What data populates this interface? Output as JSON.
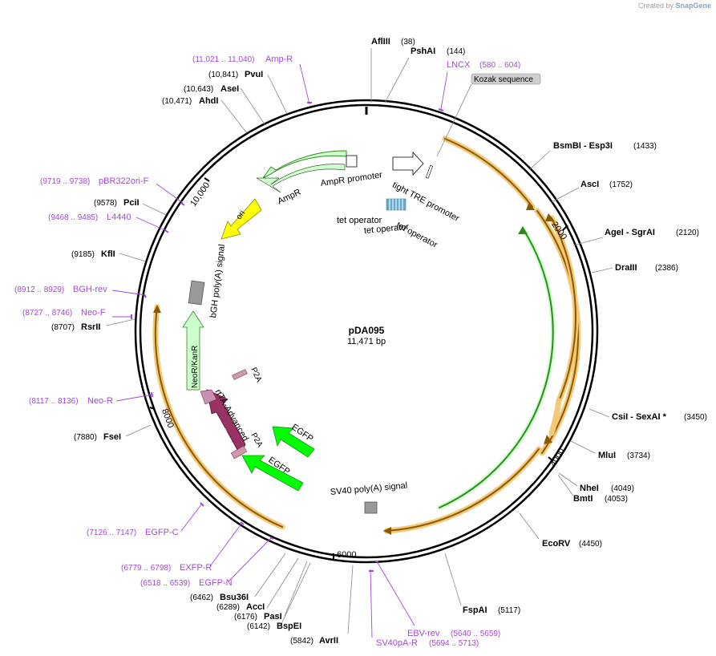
{
  "watermark": {
    "prefix": "Created by",
    "brand": "SnapGene"
  },
  "plasmid": {
    "name": "pDA095",
    "size": "11,471 bp"
  },
  "ticks": [
    "2000",
    "4000",
    "6000",
    "8000",
    "10,000"
  ],
  "sites": [
    {
      "name": "AflIII",
      "pos": "(38)"
    },
    {
      "name": "PshAI",
      "pos": "(144)"
    },
    {
      "name": "BsmBI - Esp3I",
      "pos": "(1433)"
    },
    {
      "name": "AscI",
      "pos": "(1752)"
    },
    {
      "name": "AgeI - SgrAI",
      "pos": "(2120)"
    },
    {
      "name": "DraIII",
      "pos": "(2386)"
    },
    {
      "name": "CsiI - SexAI *",
      "pos": "(3450)"
    },
    {
      "name": "MluI",
      "pos": "(3734)"
    },
    {
      "name": "NheI",
      "pos": "(4049)"
    },
    {
      "name": "BmtI",
      "pos": "(4053)"
    },
    {
      "name": "EcoRV",
      "pos": "(4450)"
    },
    {
      "name": "FspAI",
      "pos": "(5117)"
    },
    {
      "name": "AvrII",
      "pos": "(5842)"
    },
    {
      "name": "BspEI",
      "pos": "(6142)"
    },
    {
      "name": "PasI",
      "pos": "(6176)"
    },
    {
      "name": "AccI",
      "pos": "(6289)"
    },
    {
      "name": "Bsu36I",
      "pos": "(6462)"
    },
    {
      "name": "FseI",
      "pos": "(7880)"
    },
    {
      "name": "RsrII",
      "pos": "(8707)"
    },
    {
      "name": "KflI",
      "pos": "(9185)"
    },
    {
      "name": "PciI",
      "pos": "(9578)"
    },
    {
      "name": "AhdI",
      "pos": "(10,471)"
    },
    {
      "name": "AseI",
      "pos": "(10,643)"
    },
    {
      "name": "PvuI",
      "pos": "(10,841)"
    }
  ],
  "primers": [
    {
      "name": "Amp-R",
      "pos": "(11,021 .. 11,040)"
    },
    {
      "name": "LNCX",
      "pos": "(580 .. 604)"
    },
    {
      "name": "pBR322ori-F",
      "pos": "(9719 .. 9738)"
    },
    {
      "name": "L4440",
      "pos": "(9468 .. 9485)"
    },
    {
      "name": "BGH-rev",
      "pos": "(8912 .. 8929)"
    },
    {
      "name": "Neo-F",
      "pos": "(8727 .. 8746)"
    },
    {
      "name": "Neo-R",
      "pos": "(8117 .. 8136)"
    },
    {
      "name": "EGFP-C",
      "pos": "(7126 .. 7147)"
    },
    {
      "name": "EXFP-R",
      "pos": "(6779 .. 6798)"
    },
    {
      "name": "EGFP-N",
      "pos": "(6518 .. 6539)"
    },
    {
      "name": "EBV-rev",
      "pos": "(5640 .. 5659)"
    },
    {
      "name": "SV40pA-R",
      "pos": "(5694 .. 5713)"
    }
  ],
  "features": {
    "kozak": "Kozak sequence",
    "tre": "tight TRE promoter",
    "tet1": "tet operator",
    "tet2": "tet operator",
    "tet3": "tet operator",
    "ampr_promoter": "AmpR promoter",
    "ampr": "AmpR",
    "ori": "ori",
    "bgh": "bGH poly(A) signal",
    "neor": "NeoR/KanR",
    "p2a_1": "P2A",
    "rtta": "rtTA-Advanced",
    "rtetr": "rTetR",
    "p2a_2": "P2A",
    "egfp1": "EGFP",
    "egfp2": "EGFP",
    "sv40": "SV40 poly(A) signal"
  },
  "colors": {
    "backbone": "#000000",
    "orange_glow": "#f5c878",
    "green_line": "#2e8b1e",
    "ampr_fill": "#ccffcc",
    "ori_fill": "#ffff00",
    "neor_fill": "#ccffcc",
    "rtta_fill": "#993366",
    "egfp_fill": "#00ff00",
    "polyA_fill": "#999999",
    "tet_fill": "#66aacc",
    "primer": "#a349d4",
    "p2a_fill": "#cc99aa"
  }
}
